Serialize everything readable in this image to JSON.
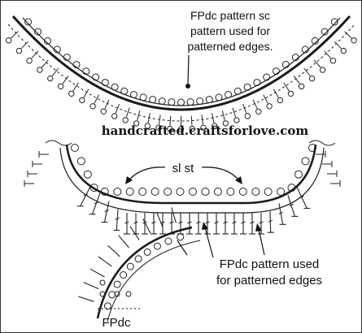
{
  "labels": {
    "top_callout_line1": "FPdc pattern sc",
    "top_callout_line2": "pattern used for",
    "top_callout_line3": "patterned edges.",
    "watermark": "handcrafted.craftsforlove.com",
    "sl_st": "sl st",
    "bottom_callout_line1": "FPdc pattern used",
    "bottom_callout_line2": "for patterned edges",
    "fpdc": "FPdc"
  }
}
